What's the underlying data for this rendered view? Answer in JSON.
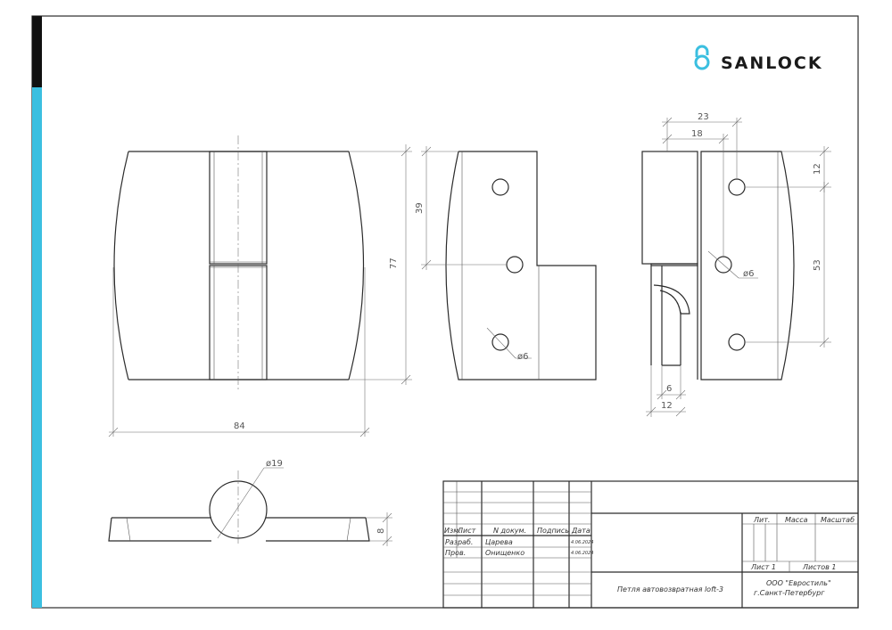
{
  "brand": {
    "name": "SANLOCK",
    "accent_color": "#3bbfe0",
    "dark_color": "#111111",
    "icon": "padlock-icon"
  },
  "dimensions": {
    "front_width": "84",
    "front_height": "77",
    "side_top_hole": "39",
    "side_hole_dia": "ø6",
    "right_top_width": "23",
    "right_inner_width": "18",
    "right_top_offset": "12",
    "right_hole_span": "53",
    "right_hole_dia": "ø6",
    "right_bottom_6": "6",
    "right_bottom_12": "12",
    "bottom_knuckle_dia": "ø19",
    "bottom_thickness": "8"
  },
  "title_block": {
    "headers": {
      "izm": "Изм.",
      "list": "Лист",
      "ndoc": "N докум.",
      "sign": "Подпись",
      "date": "Дата"
    },
    "rows": [
      {
        "role": "Разраб.",
        "name": "Царева",
        "date": "4.06.2024"
      },
      {
        "role": "Пров.",
        "name": "Онищенко",
        "date": "4.06.2024"
      }
    ],
    "lit_label": "Лит.",
    "mass_label": "Масса",
    "scale_label": "Масштаб",
    "sheet_label": "Лист 1",
    "sheets_label": "Листов 1",
    "product_name": "Петля автовозвратная loft-3",
    "company_line1": "ООО \"Евростиль\"",
    "company_line2": "г.Санкт-Петербург"
  }
}
